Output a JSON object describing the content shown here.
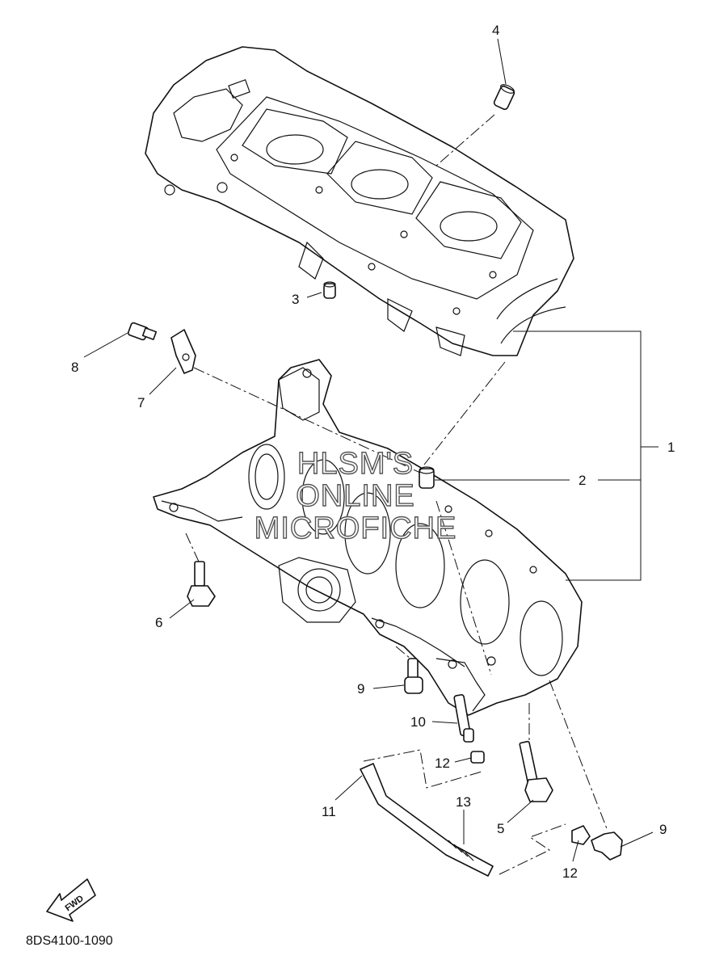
{
  "diagram": {
    "callouts": [
      {
        "id": "c1",
        "text": "1"
      },
      {
        "id": "c2",
        "text": "2"
      },
      {
        "id": "c3",
        "text": "3"
      },
      {
        "id": "c4",
        "text": "4"
      },
      {
        "id": "c5",
        "text": "5"
      },
      {
        "id": "c6",
        "text": "6"
      },
      {
        "id": "c7",
        "text": "7"
      },
      {
        "id": "c8",
        "text": "8"
      },
      {
        "id": "c9a",
        "text": "9"
      },
      {
        "id": "c9b",
        "text": "9"
      },
      {
        "id": "c10",
        "text": "10"
      },
      {
        "id": "c11",
        "text": "11"
      },
      {
        "id": "c12a",
        "text": "12"
      },
      {
        "id": "c12b",
        "text": "12"
      },
      {
        "id": "c13",
        "text": "13"
      }
    ],
    "fwd_label": "FWD",
    "drawing_code": "8DS4100-1090"
  },
  "watermark": {
    "lines": [
      "HLSM'S",
      "ONLINE",
      "MICROFICHE"
    ]
  }
}
